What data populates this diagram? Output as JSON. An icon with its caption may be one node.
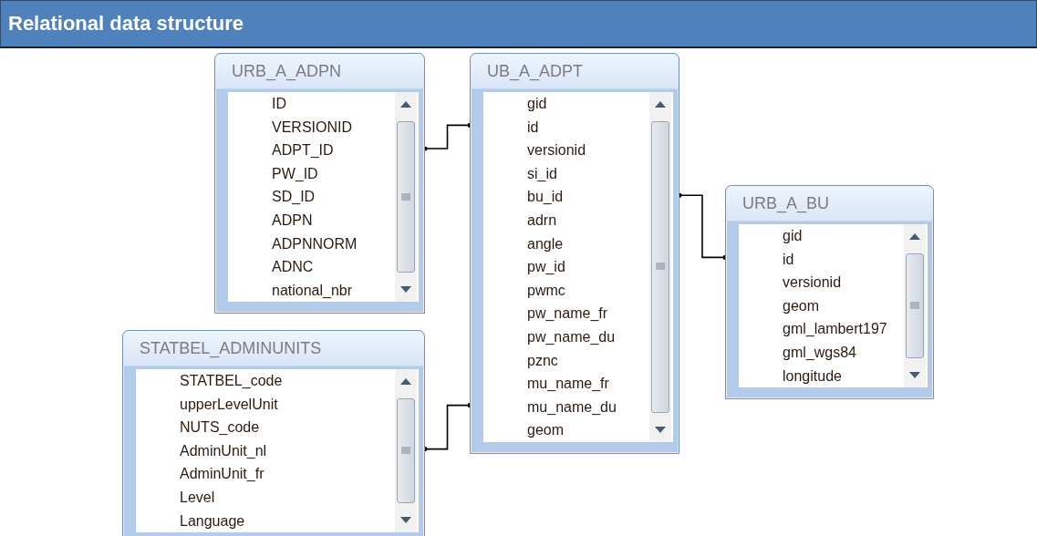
{
  "diagram": {
    "title": "Relational data structure",
    "nodes": [
      {
        "text": [
          "URB_A_ADPN",
          "ID",
          "VERSIONID",
          "ADPT_ID",
          "PW_ID",
          "SD_ID",
          "ADPN",
          "ADPNNORM",
          "ADNC",
          "national_nbr"
        ]
      },
      {
        "text": [
          "UB_A_ADPT",
          "gid",
          "id",
          "versionid",
          "si_id",
          "bu_id",
          "adrn",
          "angle",
          "pw_id",
          "pwmc",
          "pw_name_fr",
          "pw_name_du",
          "pznc",
          "mu_name_fr",
          "mu_name_du",
          "geom"
        ]
      },
      {
        "text": [
          "URB_A_BU",
          "gid",
          "id",
          "versionid",
          "geom",
          "gml_lambert197",
          "gml_wgs84",
          "longitude"
        ]
      },
      {
        "text": [
          "STATBEL_ADMINUNITS",
          "STATBEL_code",
          "upperLevelUnit",
          "NUTS_code",
          "AdminUnit_nl",
          "AdminUnit_fr",
          "Level",
          "Language"
        ]
      }
    ],
    "edges": [
      {
        "from": 0,
        "to": 1,
        "arrow": "other"
      },
      {
        "from": 1,
        "to": 2,
        "arrow": "other"
      },
      {
        "from": 3,
        "to": 1,
        "arrow": "other"
      }
    ]
  }
}
